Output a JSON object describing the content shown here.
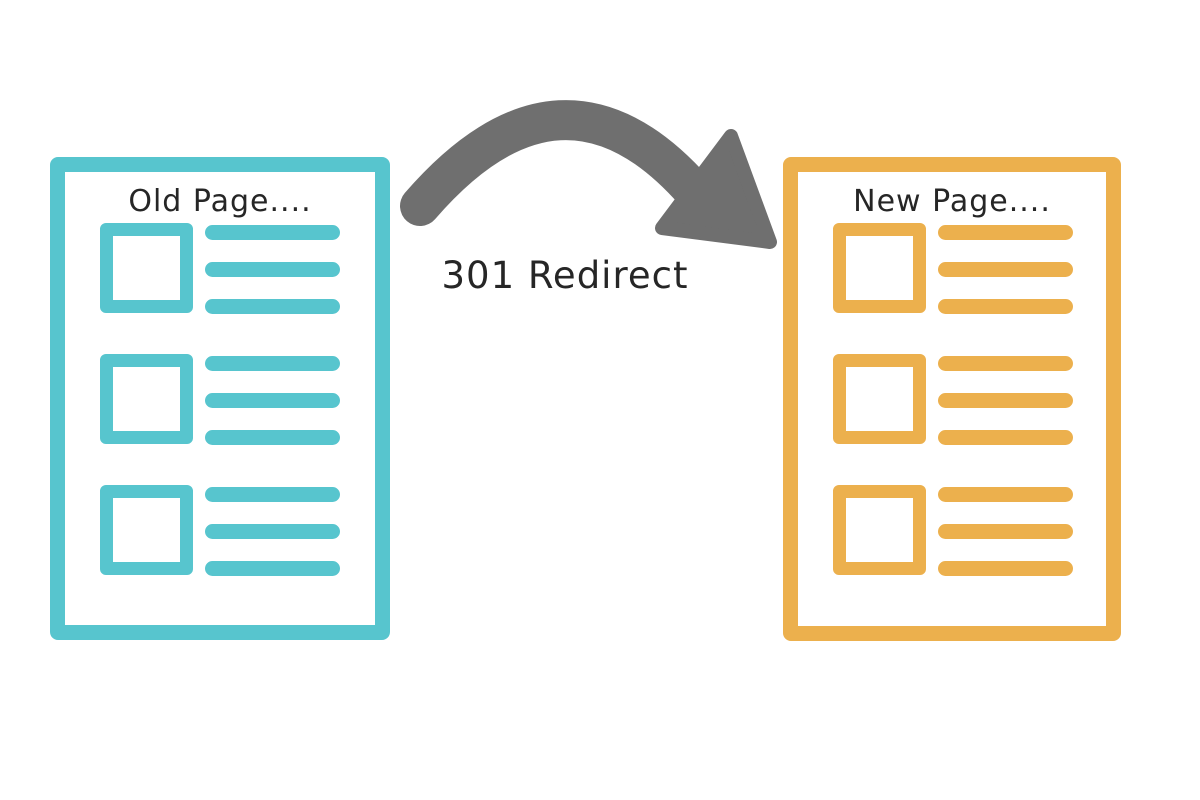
{
  "colors": {
    "old_page": "#57C5CE",
    "new_page": "#ECB04D",
    "arrow": "#6F6F6F",
    "text": "#262626",
    "background": "#FFFFFF"
  },
  "old_page": {
    "title": "Old Page....",
    "rows": 3,
    "lines_per_row": 3
  },
  "new_page": {
    "title": "New Page....",
    "rows": 3,
    "lines_per_row": 3
  },
  "arrow": {
    "label": "301 Redirect",
    "direction": "left-to-right",
    "style": "curved"
  }
}
